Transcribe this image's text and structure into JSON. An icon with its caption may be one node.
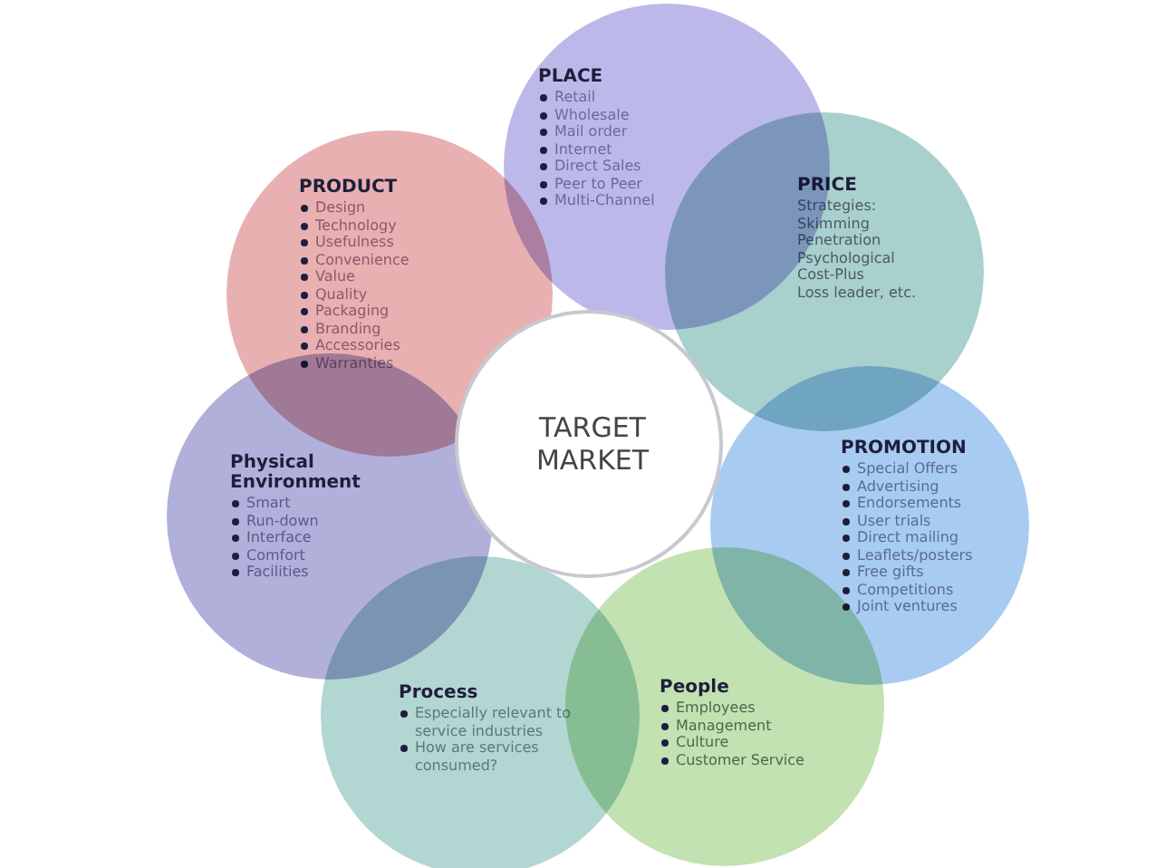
{
  "diagram": {
    "nodes": [
      {
        "text": [
          "PLACE",
          "Retail",
          "Wholesale",
          "Mail order",
          "Internet",
          "Direct Sales",
          "Peer to Peer",
          "Multi-Channel"
        ]
      },
      {
        "text": [
          "PRODUCT",
          "Design",
          "Technology",
          "Usefulness",
          "Convenience",
          "Value",
          "Quality",
          "Packaging",
          "Branding",
          "Accessories",
          "Warranties"
        ]
      },
      {
        "text": [
          "PRICE",
          "Strategies:",
          "Skimming",
          "Penetration",
          "Psychological",
          "Cost-Plus",
          "Loss leader, etc."
        ]
      },
      {
        "text": [
          "TARGET MARKET"
        ]
      },
      {
        "text": [
          "Physical Environment",
          "Smart",
          "Run-down",
          "Interface",
          "Comfort",
          "Facilities"
        ]
      },
      {
        "text": [
          "PROMOTION",
          "Special Offers",
          "Advertising",
          "Endorsements",
          "User trials",
          "Direct mailing",
          "Leaflets/posters",
          "Free gifts",
          "Competitions",
          "Joint ventures"
        ]
      },
      {
        "text": [
          "Process",
          "Especially relevant to service industries",
          "How are services consumed?"
        ]
      },
      {
        "text": [
          "People",
          "Employees",
          "Management",
          "Culture",
          "Customer Service"
        ]
      }
    ]
  }
}
